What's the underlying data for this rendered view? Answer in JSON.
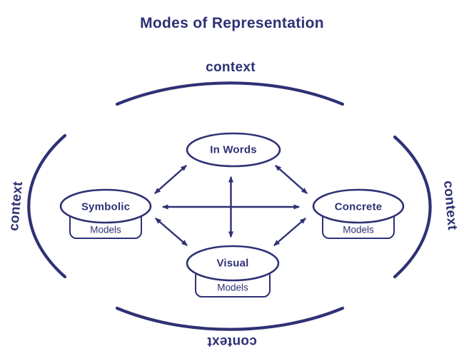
{
  "title": "Modes of Representation",
  "context_labels": {
    "top": "context",
    "right": "context",
    "bottom": "context",
    "left": "context"
  },
  "nodes": {
    "in_words": {
      "label": "In Words"
    },
    "symbolic": {
      "label": "Symbolic",
      "sublabel": "Models"
    },
    "concrete": {
      "label": "Concrete",
      "sublabel": "Models"
    },
    "visual": {
      "label": "Visual",
      "sublabel": "Models"
    }
  },
  "connections": [
    {
      "from": "in_words",
      "to": "symbolic",
      "bidirectional": true
    },
    {
      "from": "in_words",
      "to": "concrete",
      "bidirectional": true
    },
    {
      "from": "in_words",
      "to": "visual",
      "bidirectional": true
    },
    {
      "from": "symbolic",
      "to": "concrete",
      "bidirectional": true
    },
    {
      "from": "symbolic",
      "to": "visual",
      "bidirectional": true
    },
    {
      "from": "concrete",
      "to": "visual",
      "bidirectional": true
    }
  ],
  "colors": {
    "ink": "#2e3174",
    "background": "#ffffff"
  }
}
